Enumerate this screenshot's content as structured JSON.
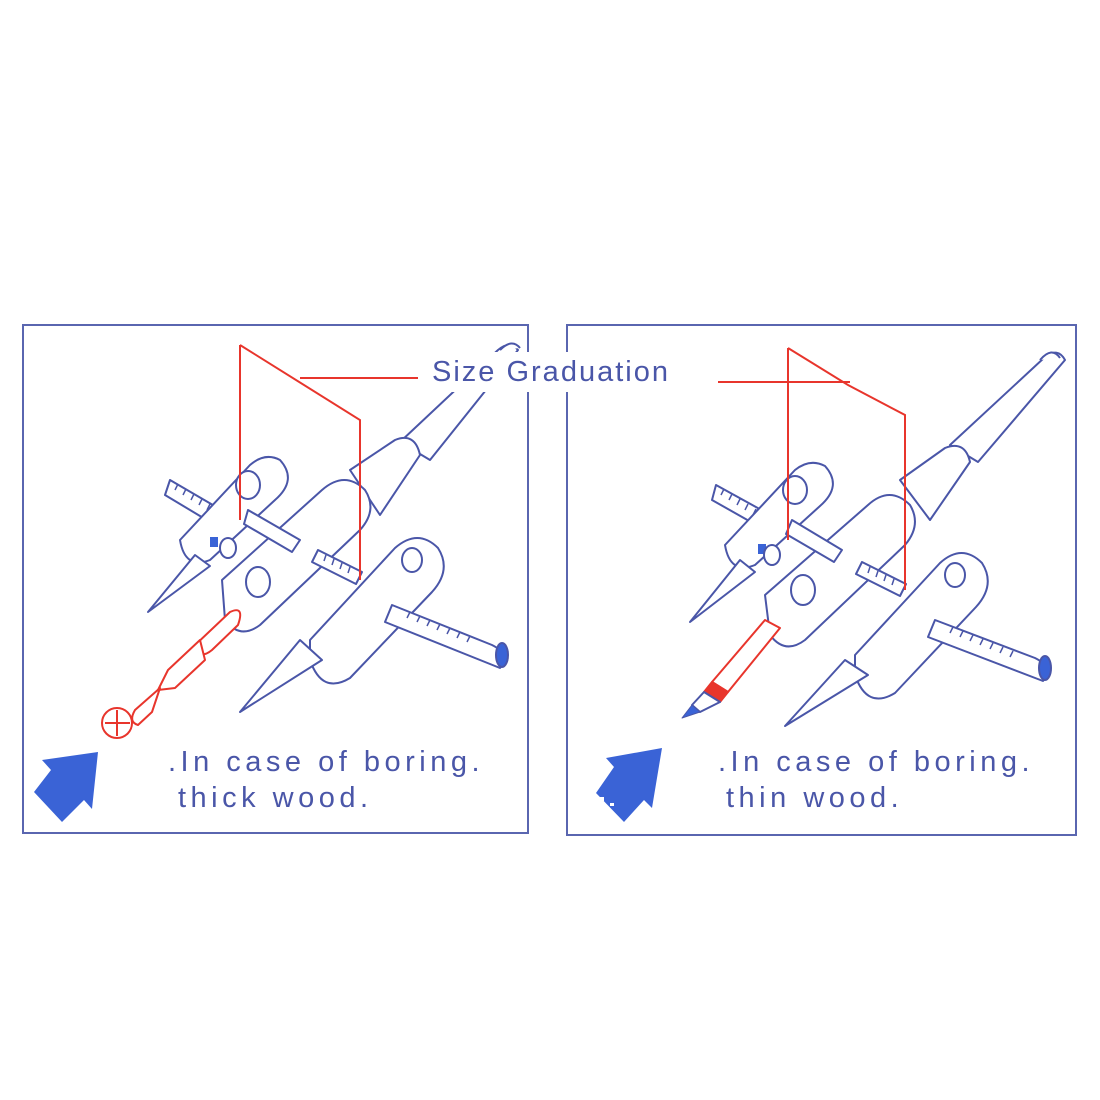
{
  "title": "Size Graduation",
  "panels": [
    {
      "caption_line1": ".In case of boring.",
      "caption_line2": "thick wood."
    },
    {
      "caption_line1": ".In case of boring.",
      "caption_line2": "thin wood."
    }
  ],
  "colors": {
    "frame": "#5a66b0",
    "ink": "#4a56a8",
    "red": "#e8352c",
    "arrow": "#3a63d6"
  },
  "icons": [
    "arrow-icon",
    "drill-bit-icon",
    "pencil-icon"
  ]
}
